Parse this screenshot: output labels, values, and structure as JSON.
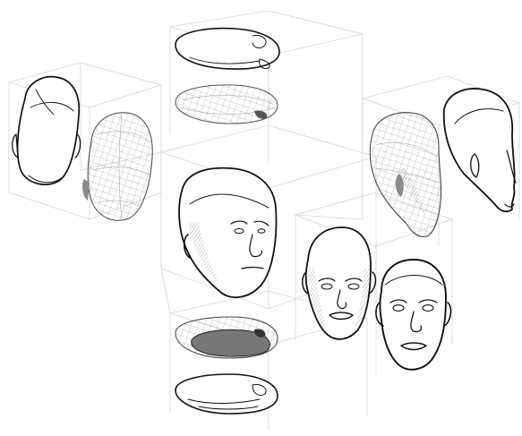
{
  "figure": {
    "subject": "orthographic-head-views",
    "views": [
      {
        "id": "top",
        "style": "outline"
      },
      {
        "id": "top",
        "style": "wireframe"
      },
      {
        "id": "back",
        "style": "outline"
      },
      {
        "id": "back",
        "style": "wireframe"
      },
      {
        "id": "three-quarter",
        "style": "shaded"
      },
      {
        "id": "side",
        "style": "wireframe"
      },
      {
        "id": "side",
        "style": "outline"
      },
      {
        "id": "front",
        "style": "shaded"
      },
      {
        "id": "front",
        "style": "outline"
      },
      {
        "id": "bottom",
        "style": "shaded"
      },
      {
        "id": "bottom",
        "style": "outline"
      }
    ],
    "colors": {
      "background": "#ffffff",
      "ink": "#111111",
      "mesh": "#9a9a9a",
      "guides": "#d4d4d4"
    }
  }
}
